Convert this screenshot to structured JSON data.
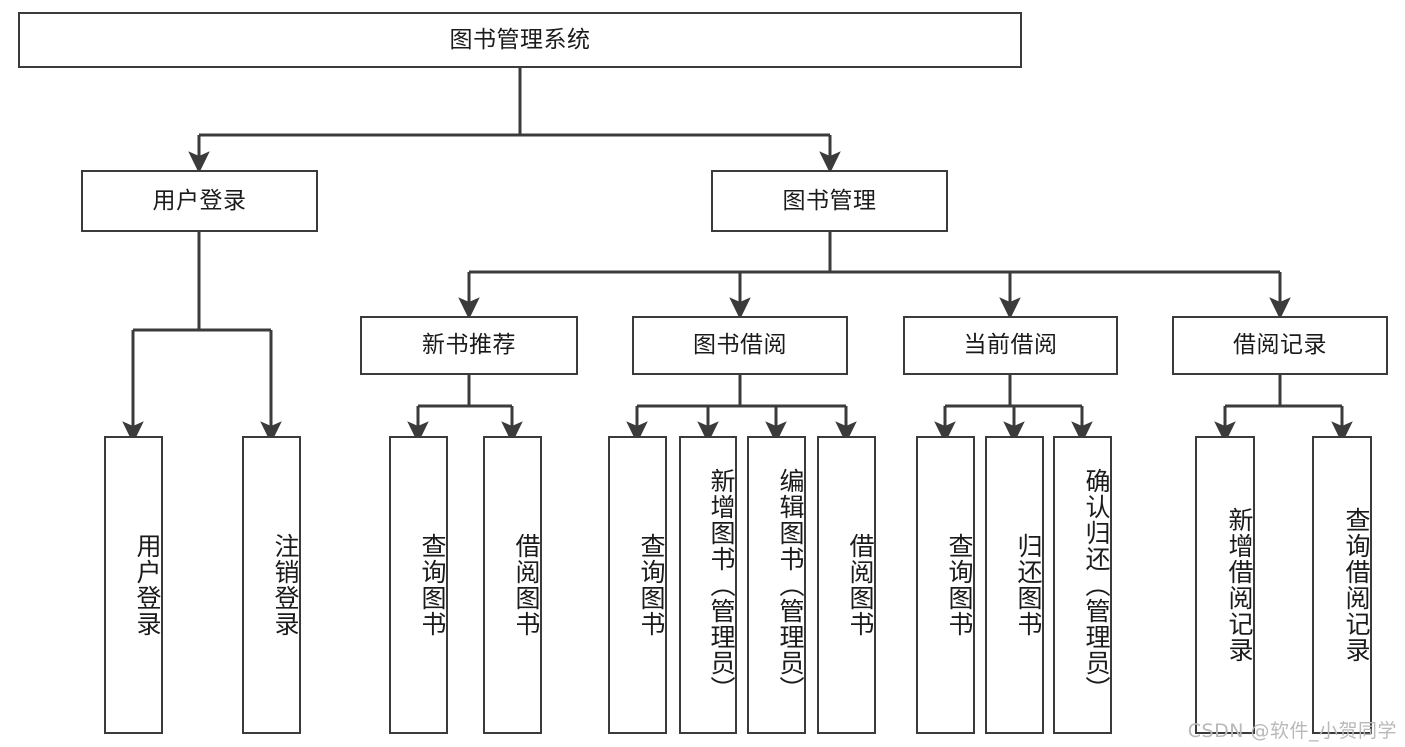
{
  "diagram": {
    "title": "图书管理系统",
    "type": "tree",
    "watermark": "CSDN @软件_小贺同学",
    "colors": {
      "box_border": "#3b3b3b",
      "box_fill": "#ffffff",
      "edge": "#3b3b3b",
      "text": "#1b1b1b",
      "watermark": "#b9b9b9",
      "background": "#ffffff"
    },
    "root": {
      "label": "图书管理系统"
    },
    "level2": [
      {
        "label": "用户登录"
      },
      {
        "label": "图书管理"
      }
    ],
    "level3": [
      {
        "label": "新书推荐"
      },
      {
        "label": "图书借阅"
      },
      {
        "label": "当前借阅"
      },
      {
        "label": "借阅记录"
      }
    ],
    "leaves": {
      "user_login": [
        {
          "label": "用户登录"
        },
        {
          "label": "注销登录"
        }
      ],
      "new_book": [
        {
          "label": "查询图书"
        },
        {
          "label": "借阅图书"
        }
      ],
      "book_borrow": [
        {
          "label": "查询图书"
        },
        {
          "label": "新增图书（管理员）"
        },
        {
          "label": "编辑图书（管理员）"
        },
        {
          "label": "借阅图书"
        }
      ],
      "current_borrow": [
        {
          "label": "查询图书"
        },
        {
          "label": "归还图书"
        },
        {
          "label": "确认归还（管理员）"
        }
      ],
      "borrow_record": [
        {
          "label": "新增借阅记录"
        },
        {
          "label": "查询借阅记录"
        }
      ]
    }
  }
}
